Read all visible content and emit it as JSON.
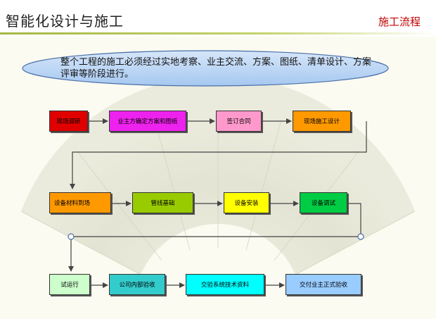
{
  "header": {
    "title": "智能化设计与施工",
    "section": "施工流程"
  },
  "note": {
    "text": "整个工程的施工必须经过实地考察、业主交流、方案、图纸、清单设计、方案 评审等阶段进行。"
  },
  "steps": [
    {
      "label": "现场调研",
      "color": "#e00000"
    },
    {
      "label": "业主方确定方案和图纸",
      "color": "#ee22ee"
    },
    {
      "label": "签订合同",
      "color": "#ff99cc"
    },
    {
      "label": "现场施工设计",
      "color": "#ff9900"
    },
    {
      "label": "设备材料到场",
      "color": "#ff9900"
    },
    {
      "label": "管线基础",
      "color": "#99cc00"
    },
    {
      "label": "设备安装",
      "color": "#ffff00"
    },
    {
      "label": "设备调试",
      "color": "#00cc44"
    },
    {
      "label": "试运行",
      "color": "#ccffcc"
    },
    {
      "label": "公司内部验收",
      "color": "#33cccc"
    },
    {
      "label": "交验系统技术资料",
      "color": "#00ffff"
    },
    {
      "label": "交付业主正式验收",
      "color": "#99ccff"
    }
  ],
  "colors": {
    "accent_title": "#c00000",
    "rule": "#a5b842",
    "note_fill": "#a6c8f0",
    "note_stroke": "#4a6fa8"
  }
}
